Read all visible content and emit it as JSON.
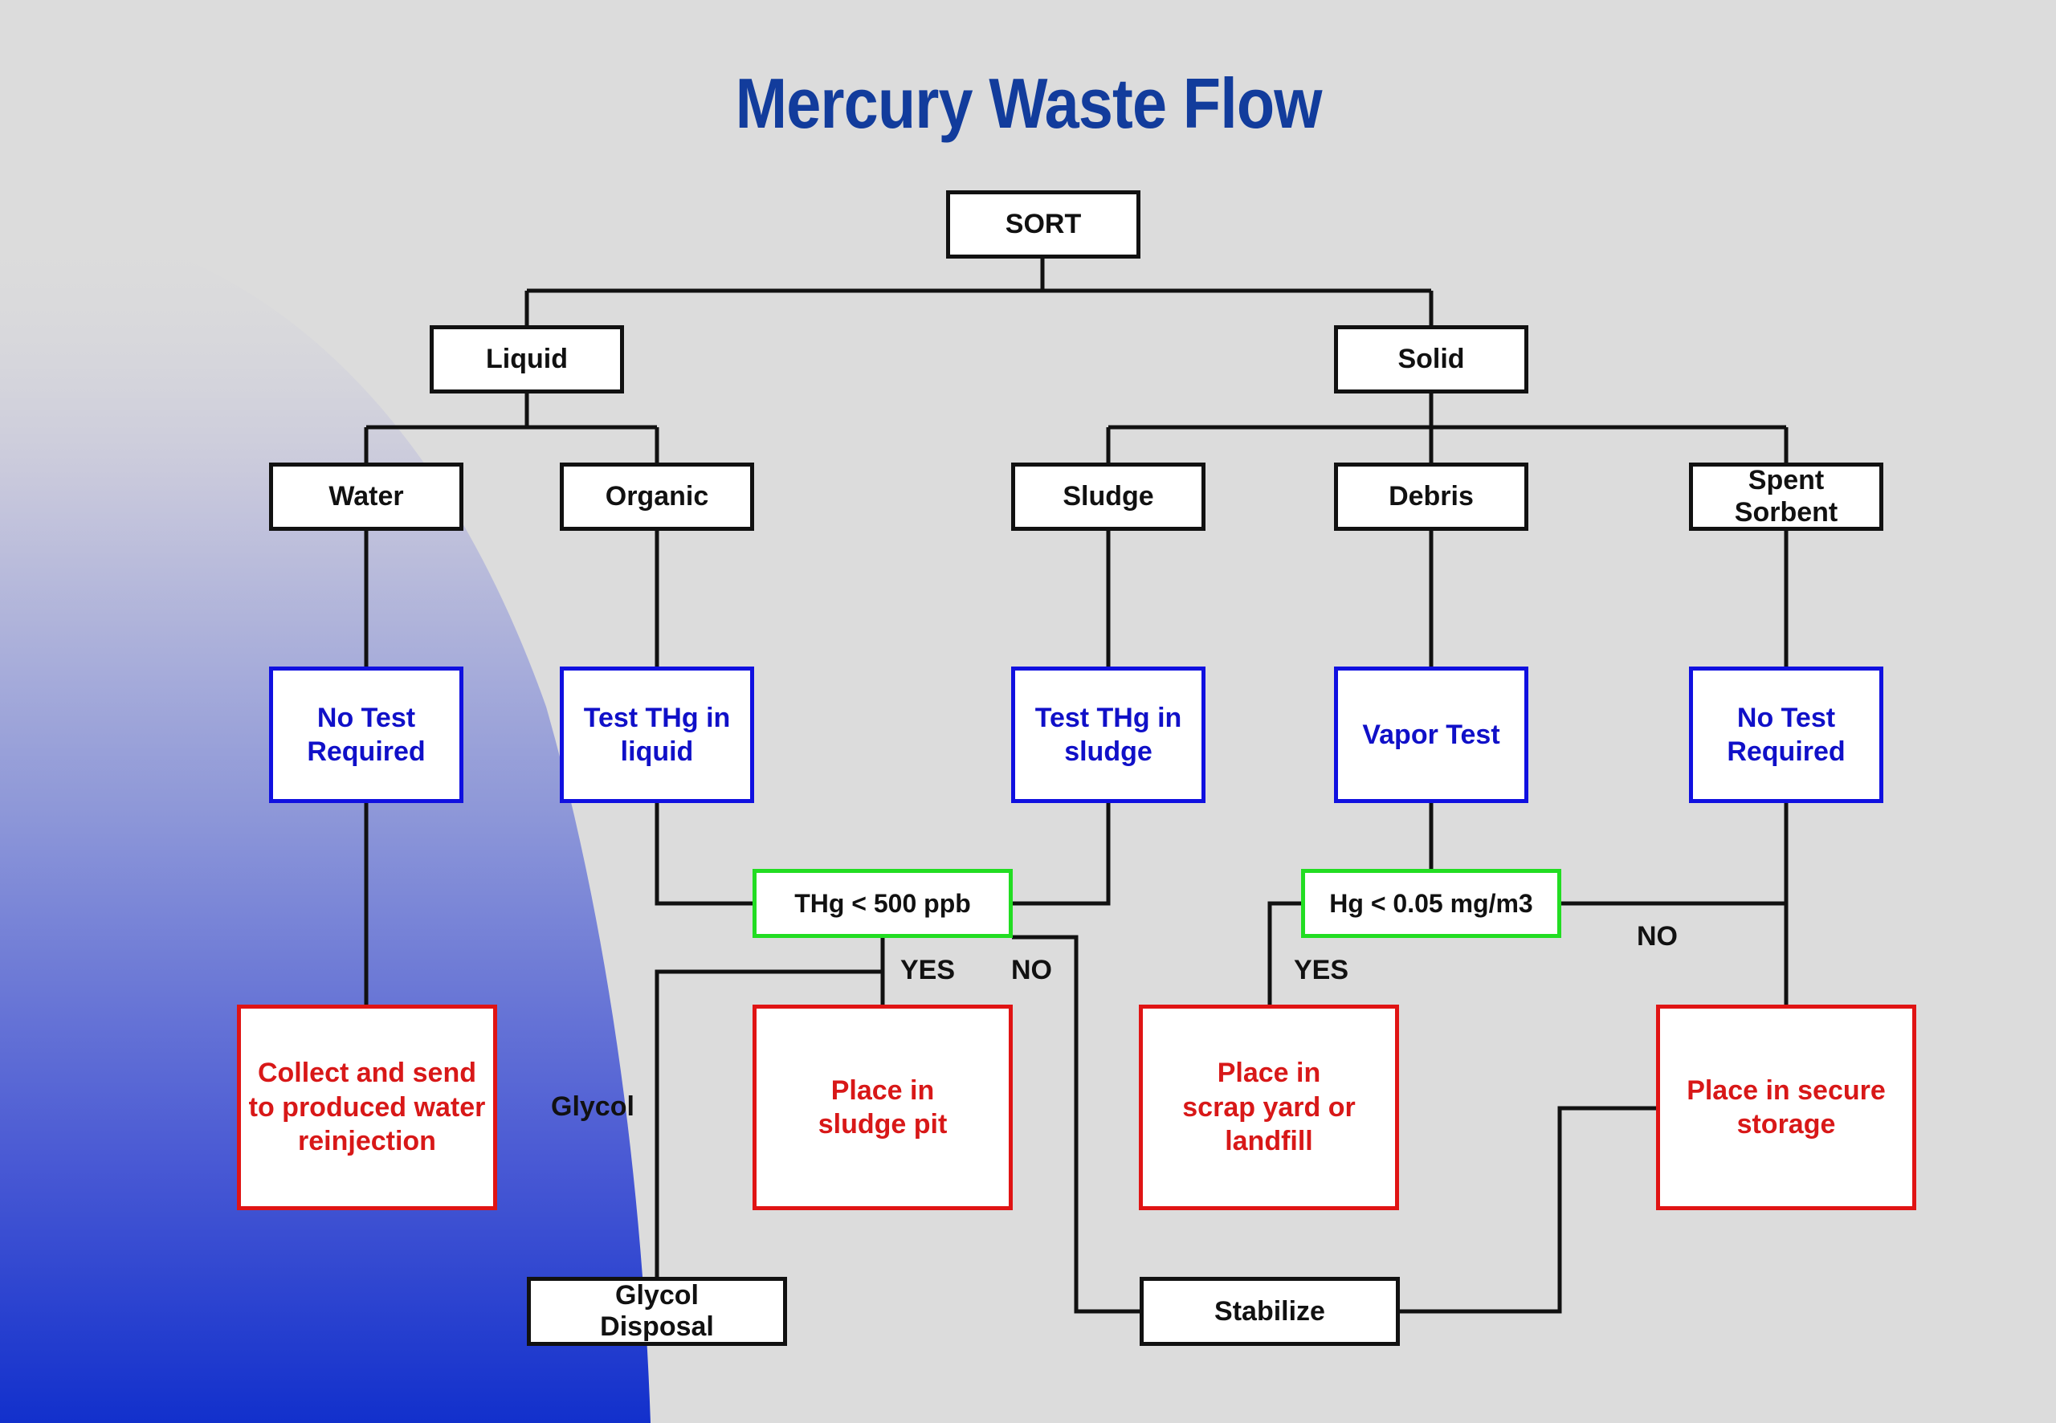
{
  "title": "Mercury Waste Flow",
  "colors": {
    "background": "#dcdcdc",
    "title": "#123c9c",
    "sort_box_border": "#111111",
    "test_box_border": "#1010e0",
    "decision_box_border": "#22dd22",
    "outcome_box_border": "#e01414",
    "outcome_text": "#d81818"
  },
  "nodes": {
    "sort": "SORT",
    "liquid": "Liquid",
    "solid": "Solid",
    "water": "Water",
    "organic": "Organic",
    "sludge": "Sludge",
    "debris": "Debris",
    "spent_sorbent": "Spent\nSorbent",
    "water_test": "No Test\nRequired",
    "organic_test": "Test THg in\nliquid",
    "sludge_test": "Test THg in\nsludge",
    "debris_test": "Vapor Test",
    "sorbent_test": "No Test\nRequired",
    "thg_decision": "THg < 500 ppb",
    "hg_decision": "Hg < 0.05 mg/m3",
    "water_outcome": "Collect and send\nto produced water\nreinjection",
    "sludge_pit": "Place in\nsludge pit",
    "scrap_yard": "Place in\nscrap yard or\nlandfill",
    "secure_storage": "Place in secure\nstorage",
    "glycol_disposal": "Glycol\nDisposal",
    "stabilize": "Stabilize"
  },
  "edge_labels": {
    "thg_yes": "YES",
    "thg_no": "NO",
    "hg_yes": "YES",
    "hg_no": "NO",
    "glycol": "Glycol"
  }
}
